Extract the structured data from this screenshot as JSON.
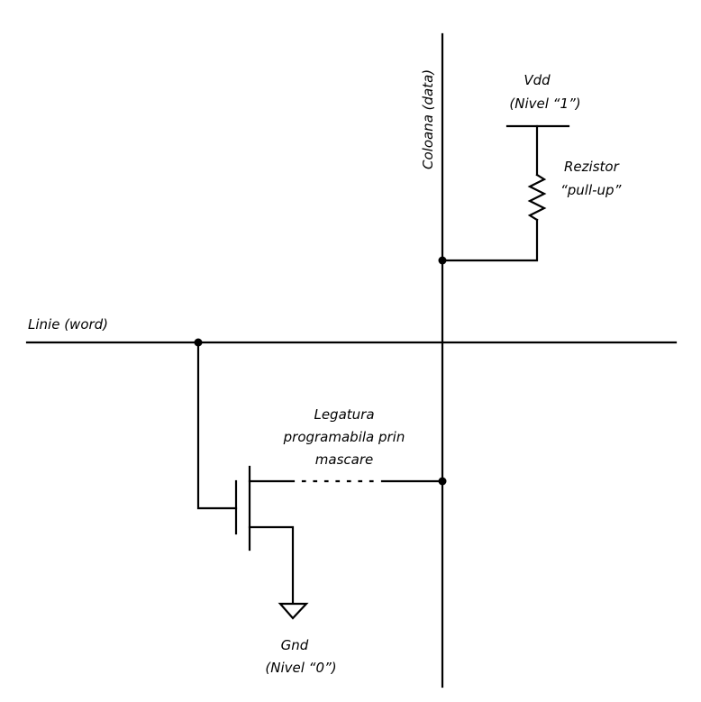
{
  "diagram": {
    "labels": {
      "column": "Coloana (data)",
      "vdd": "Vdd",
      "vdd_level": "(Nivel “1”)",
      "resistor": "Rezistor",
      "resistor_type": "“pull-up”",
      "word_line": "Linie (word)",
      "link_line1": "Legatura",
      "link_line2": "programabila prin",
      "link_line3": "mascare",
      "gnd": "Gnd",
      "gnd_level": "(Nivel “0”)"
    }
  }
}
